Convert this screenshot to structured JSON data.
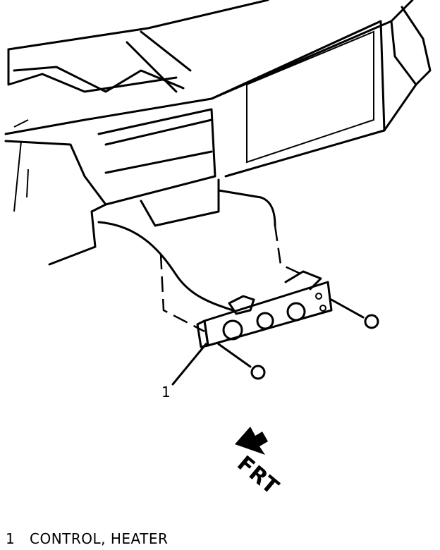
{
  "callout": {
    "number": "1"
  },
  "direction": {
    "label": "FRT"
  },
  "legend": [
    {
      "number": "1",
      "text": "CONTROL, HEATER"
    }
  ]
}
